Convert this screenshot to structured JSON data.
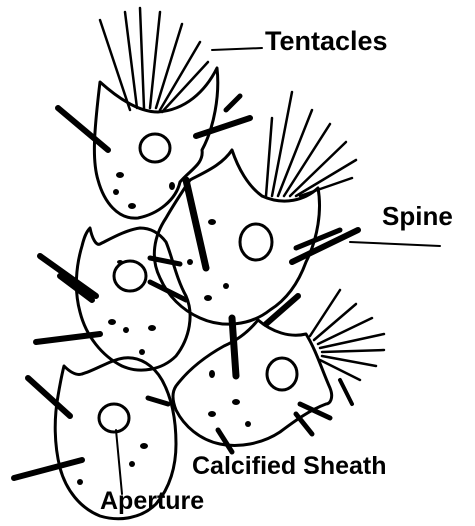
{
  "labels": {
    "tentacles": "Tentacles",
    "spine": "Spine",
    "calcified_sheath": "Calcified Sheath",
    "aperture": "Aperture"
  },
  "colors": {
    "ink": "#000000",
    "background": "#ffffff"
  }
}
